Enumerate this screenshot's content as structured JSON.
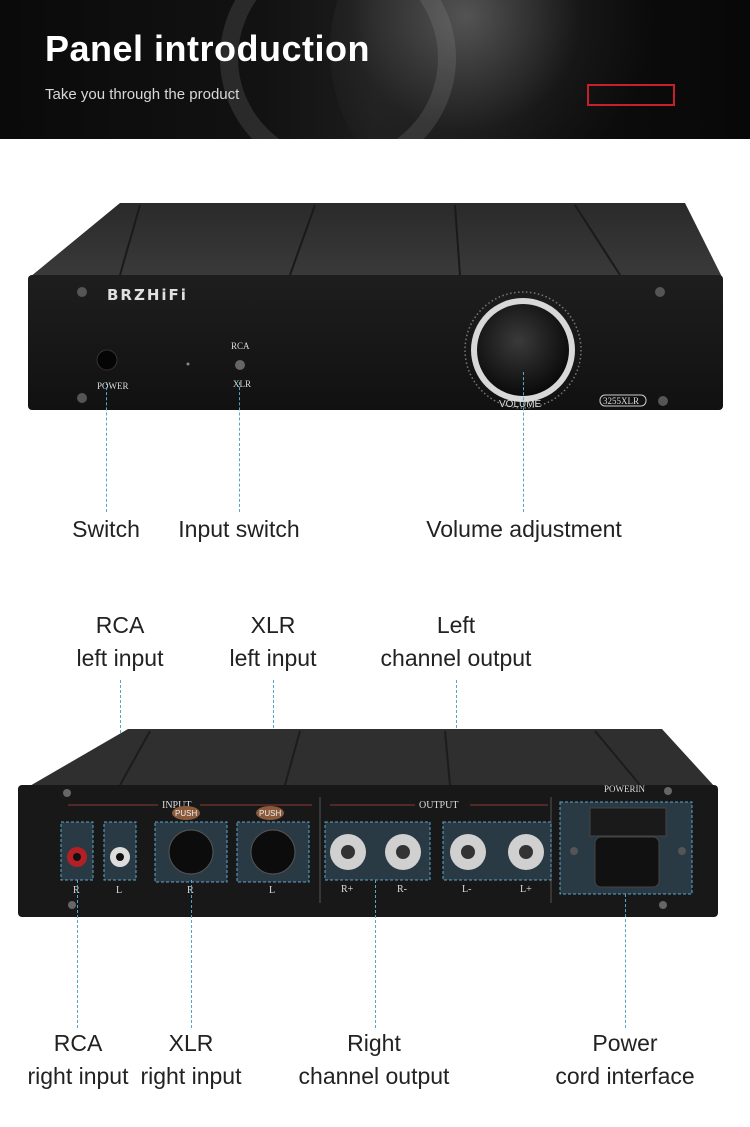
{
  "header": {
    "title": "Panel introduction",
    "subtitle": "Take you through the product"
  },
  "front_panel": {
    "brand": "BRZHiFi",
    "power_text": "POWER",
    "rca_text": "RCA",
    "xlr_text": "XLR",
    "volume_text": "VOLUME",
    "model_text": "3255XLR"
  },
  "front_labels": {
    "switch": "Switch",
    "input_switch": "Input switch",
    "volume": "Volume adjustment"
  },
  "rear_panel": {
    "input_text": "INPUT",
    "output_text": "OUTPUT",
    "powerin_text": "POWERIN",
    "push_text": "PUSH",
    "rca_r": "R",
    "rca_l": "L",
    "xlr_r": "R",
    "xlr_l": "L",
    "out_rp": "R+",
    "out_rm": "R-",
    "out_lm": "L-",
    "out_lp": "L+"
  },
  "rear_labels_top": {
    "rca_left_1": "RCA",
    "rca_left_2": "left input",
    "xlr_left_1": "XLR",
    "xlr_left_2": "left input",
    "left_out_1": "Left",
    "left_out_2": "channel output"
  },
  "rear_labels_bottom": {
    "rca_right_1": "RCA",
    "rca_right_2": "right input",
    "xlr_right_1": "XLR",
    "xlr_right_2": "right input",
    "right_out_1": "Right",
    "right_out_2": "channel output",
    "power_1": "Power",
    "power_2": "cord interface"
  },
  "colors": {
    "callout_line": "#5aa6c9",
    "accent_red": "#c8202a"
  }
}
